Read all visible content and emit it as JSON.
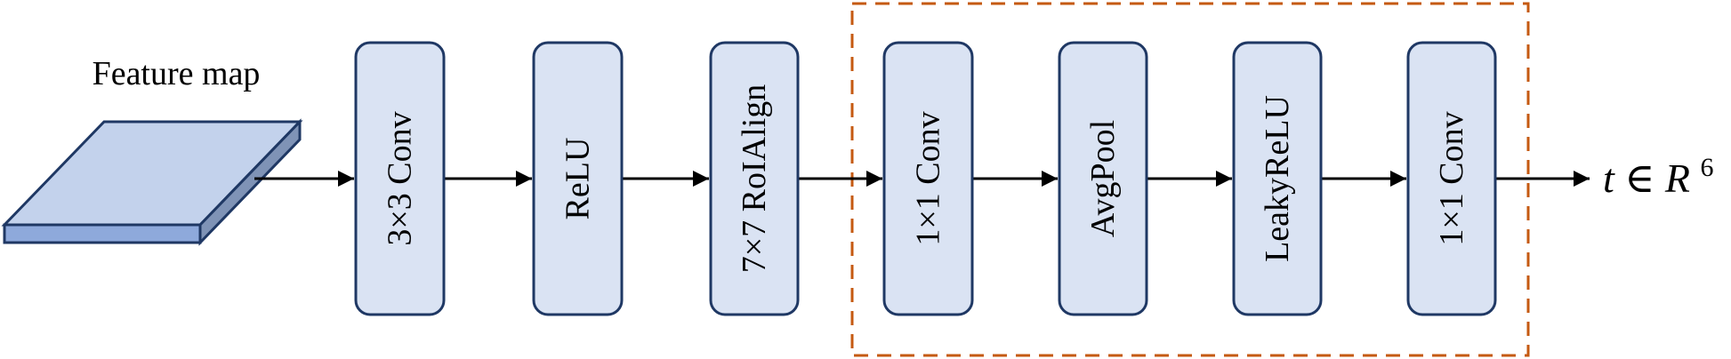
{
  "input": {
    "label": "Feature map"
  },
  "blocks": [
    {
      "label": "3×3 Conv"
    },
    {
      "label": "ReLU"
    },
    {
      "label": "7×7 RoIAlign"
    },
    {
      "label": "1×1 Conv"
    },
    {
      "label": "AvgPool"
    },
    {
      "label": "LeakyReLU"
    },
    {
      "label": "1×1 Conv"
    }
  ],
  "output": {
    "var": "t",
    "rel": "∈",
    "space": "R",
    "exp": "6"
  },
  "colors": {
    "block_fill": "#dae3f3",
    "block_stroke": "#1f3864",
    "map_top": "#c3d2ec",
    "map_front": "#8ea9db",
    "map_side": "#7f93b6",
    "dashed_box": "#c55a11"
  }
}
